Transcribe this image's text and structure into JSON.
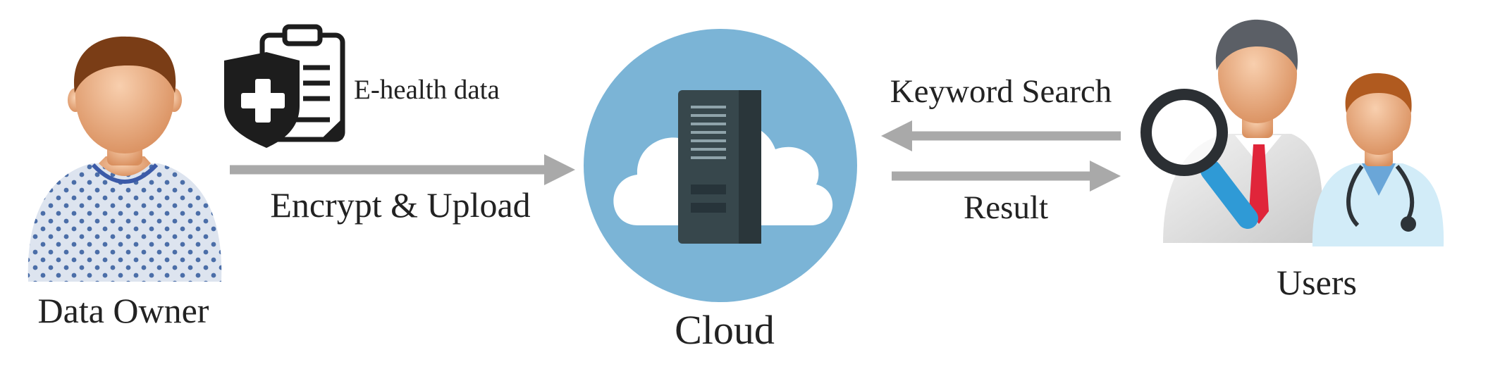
{
  "nodes": {
    "owner": {
      "label": "Data Owner"
    },
    "cloud": {
      "label": "Cloud"
    },
    "users": {
      "label": "Users"
    }
  },
  "document": {
    "label": "E-health data"
  },
  "edges": {
    "upload": {
      "label": "Encrypt & Upload"
    },
    "search": {
      "label": "Keyword Search"
    },
    "result": {
      "label": "Result"
    }
  },
  "colors": {
    "arrow": "#a9a9a9",
    "cloud_circle": "#7bb4d6",
    "server": "#37474c",
    "shirt_pattern": "#dde4ef",
    "pattern_dot": "#4b6ea8",
    "skin": "#f0b48a",
    "hair_owner": "#7a3d16",
    "hair_doctor": "#b05a1f",
    "hair_user": "#5b5f66",
    "doctor_coat": "#d2ecf8",
    "tie": "#e0253a",
    "magnifier_handle": "#2f9ad6",
    "shield": "#1d1d1d"
  },
  "icons": {
    "owner": "patient-avatar-icon",
    "document": "medical-clipboard-icon",
    "shield": "medical-shield-icon",
    "cloud": "cloud-server-icon",
    "searcher": "user-with-magnifier-icon",
    "doctor": "doctor-avatar-icon"
  }
}
